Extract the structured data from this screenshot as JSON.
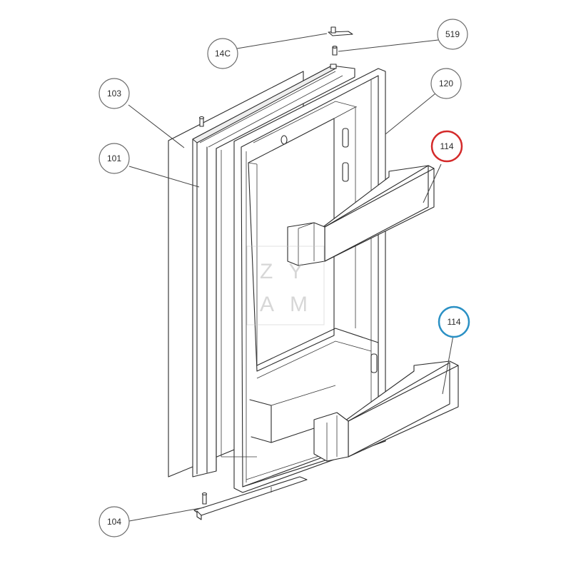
{
  "callouts": [
    {
      "id": "14C",
      "label": "14C"
    },
    {
      "id": "519",
      "label": "519"
    },
    {
      "id": "103",
      "label": "103"
    },
    {
      "id": "120",
      "label": "120"
    },
    {
      "id": "114a",
      "label": "114",
      "highlight": "red"
    },
    {
      "id": "101",
      "label": "101"
    },
    {
      "id": "114b",
      "label": "114",
      "highlight": "blue"
    },
    {
      "id": "104",
      "label": "104"
    }
  ],
  "watermark": {
    "line1": "ZY",
    "line2": "AM"
  },
  "colors": {
    "red_highlight": "#d42a2a",
    "blue_highlight": "#2a90c4",
    "outline": "#2b2b2b"
  }
}
